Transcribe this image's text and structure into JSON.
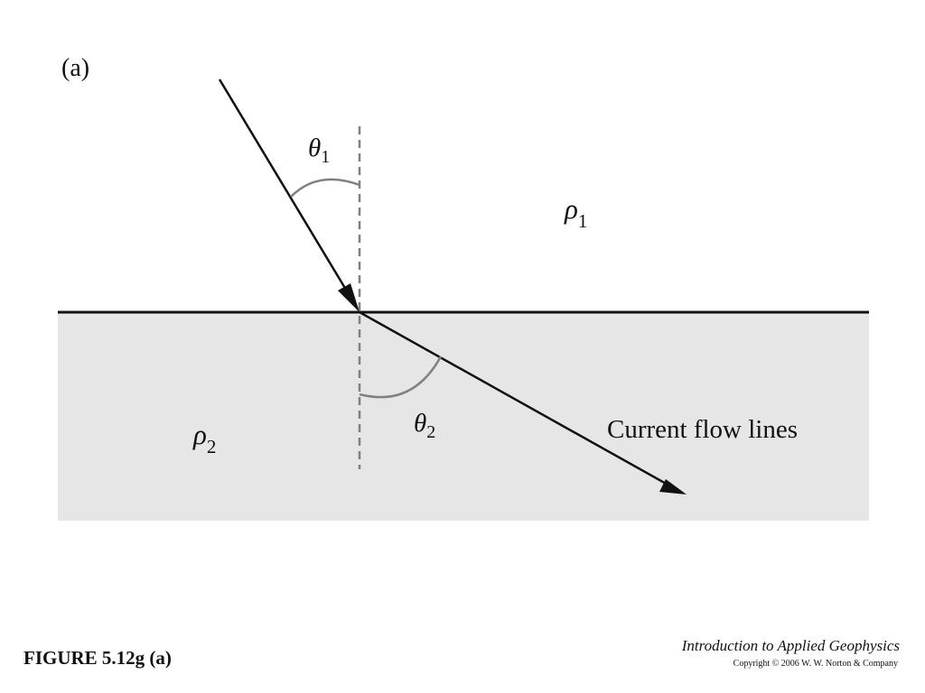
{
  "figure": {
    "panel_label": "(a)",
    "angle_incidence": {
      "symbol": "θ",
      "subscript": "1"
    },
    "angle_refraction": {
      "symbol": "θ",
      "subscript": "2"
    },
    "resistivity_upper": {
      "symbol": "ρ",
      "subscript": "1"
    },
    "resistivity_lower": {
      "symbol": "ρ",
      "subscript": "2"
    },
    "flow_label": "Current flow lines"
  },
  "footer": {
    "figure_number": "FIGURE 5.12g (a)",
    "book_title": "Introduction to Applied Geophysics",
    "copyright": "Copyright © 2006 W. W. Norton & Company"
  },
  "colors": {
    "lower_medium_fill": "#e6e6e6",
    "lines": "#111111",
    "normal_and_arcs": "#808080"
  },
  "icons": {
    "incident_arrow": "arrowhead",
    "refracted_arrow": "arrowhead"
  }
}
